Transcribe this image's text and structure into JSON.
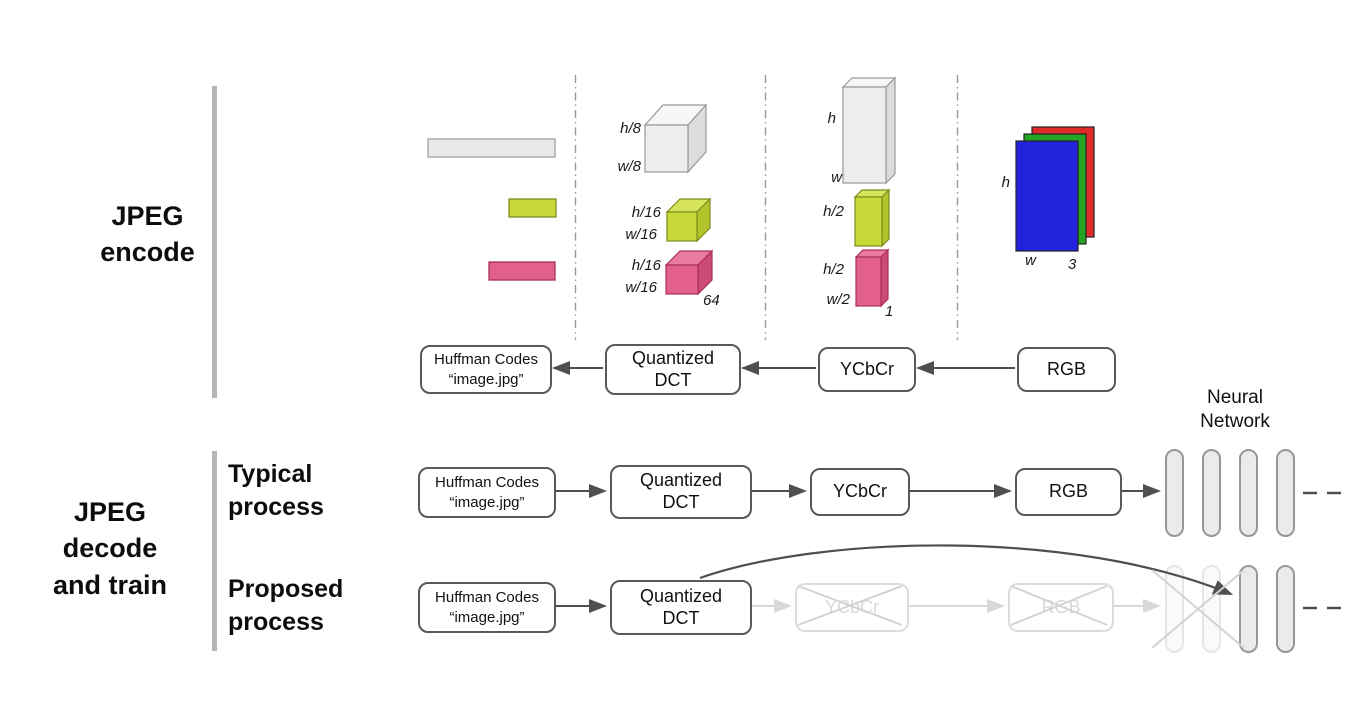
{
  "labels": {
    "encode_section": "JPEG\nencode",
    "decode_section": "JPEG\ndecode\nand train",
    "typical_process": "Typical\nprocess",
    "proposed_process": "Proposed\nprocess",
    "neural_network": "Neural\nNetwork"
  },
  "boxes": {
    "huffman": "Huffman Codes\n“image.jpg”",
    "quantized_dct": "Quantized\nDCT",
    "ycbcr": "YCbCr",
    "rgb": "RGB"
  },
  "dims": {
    "dct_y_h": "h/8",
    "dct_y_w": "w/8",
    "dct_cb_h": "h/16",
    "dct_cb_w": "w/16",
    "dct_cr_h": "h/16",
    "dct_cr_w": "w/16",
    "dct_cr_depth": "64",
    "y_h": "h",
    "y_w": "w",
    "cb_h": "h/2",
    "cr_h": "h/2",
    "cr_w": "w/2",
    "cr_depth": "1",
    "rgb_h": "h",
    "rgb_w": "w",
    "rgb_channels": "3"
  },
  "colors": {
    "gray_fill": "#ededed",
    "green_fill": "#c8da3a",
    "pink_fill": "#e2608a",
    "blue_plane": "#2323dd",
    "green_plane": "#23a523",
    "red_plane": "#e12a2a",
    "arrow": "#4f4f4f",
    "faded": "#d6d6d6"
  }
}
